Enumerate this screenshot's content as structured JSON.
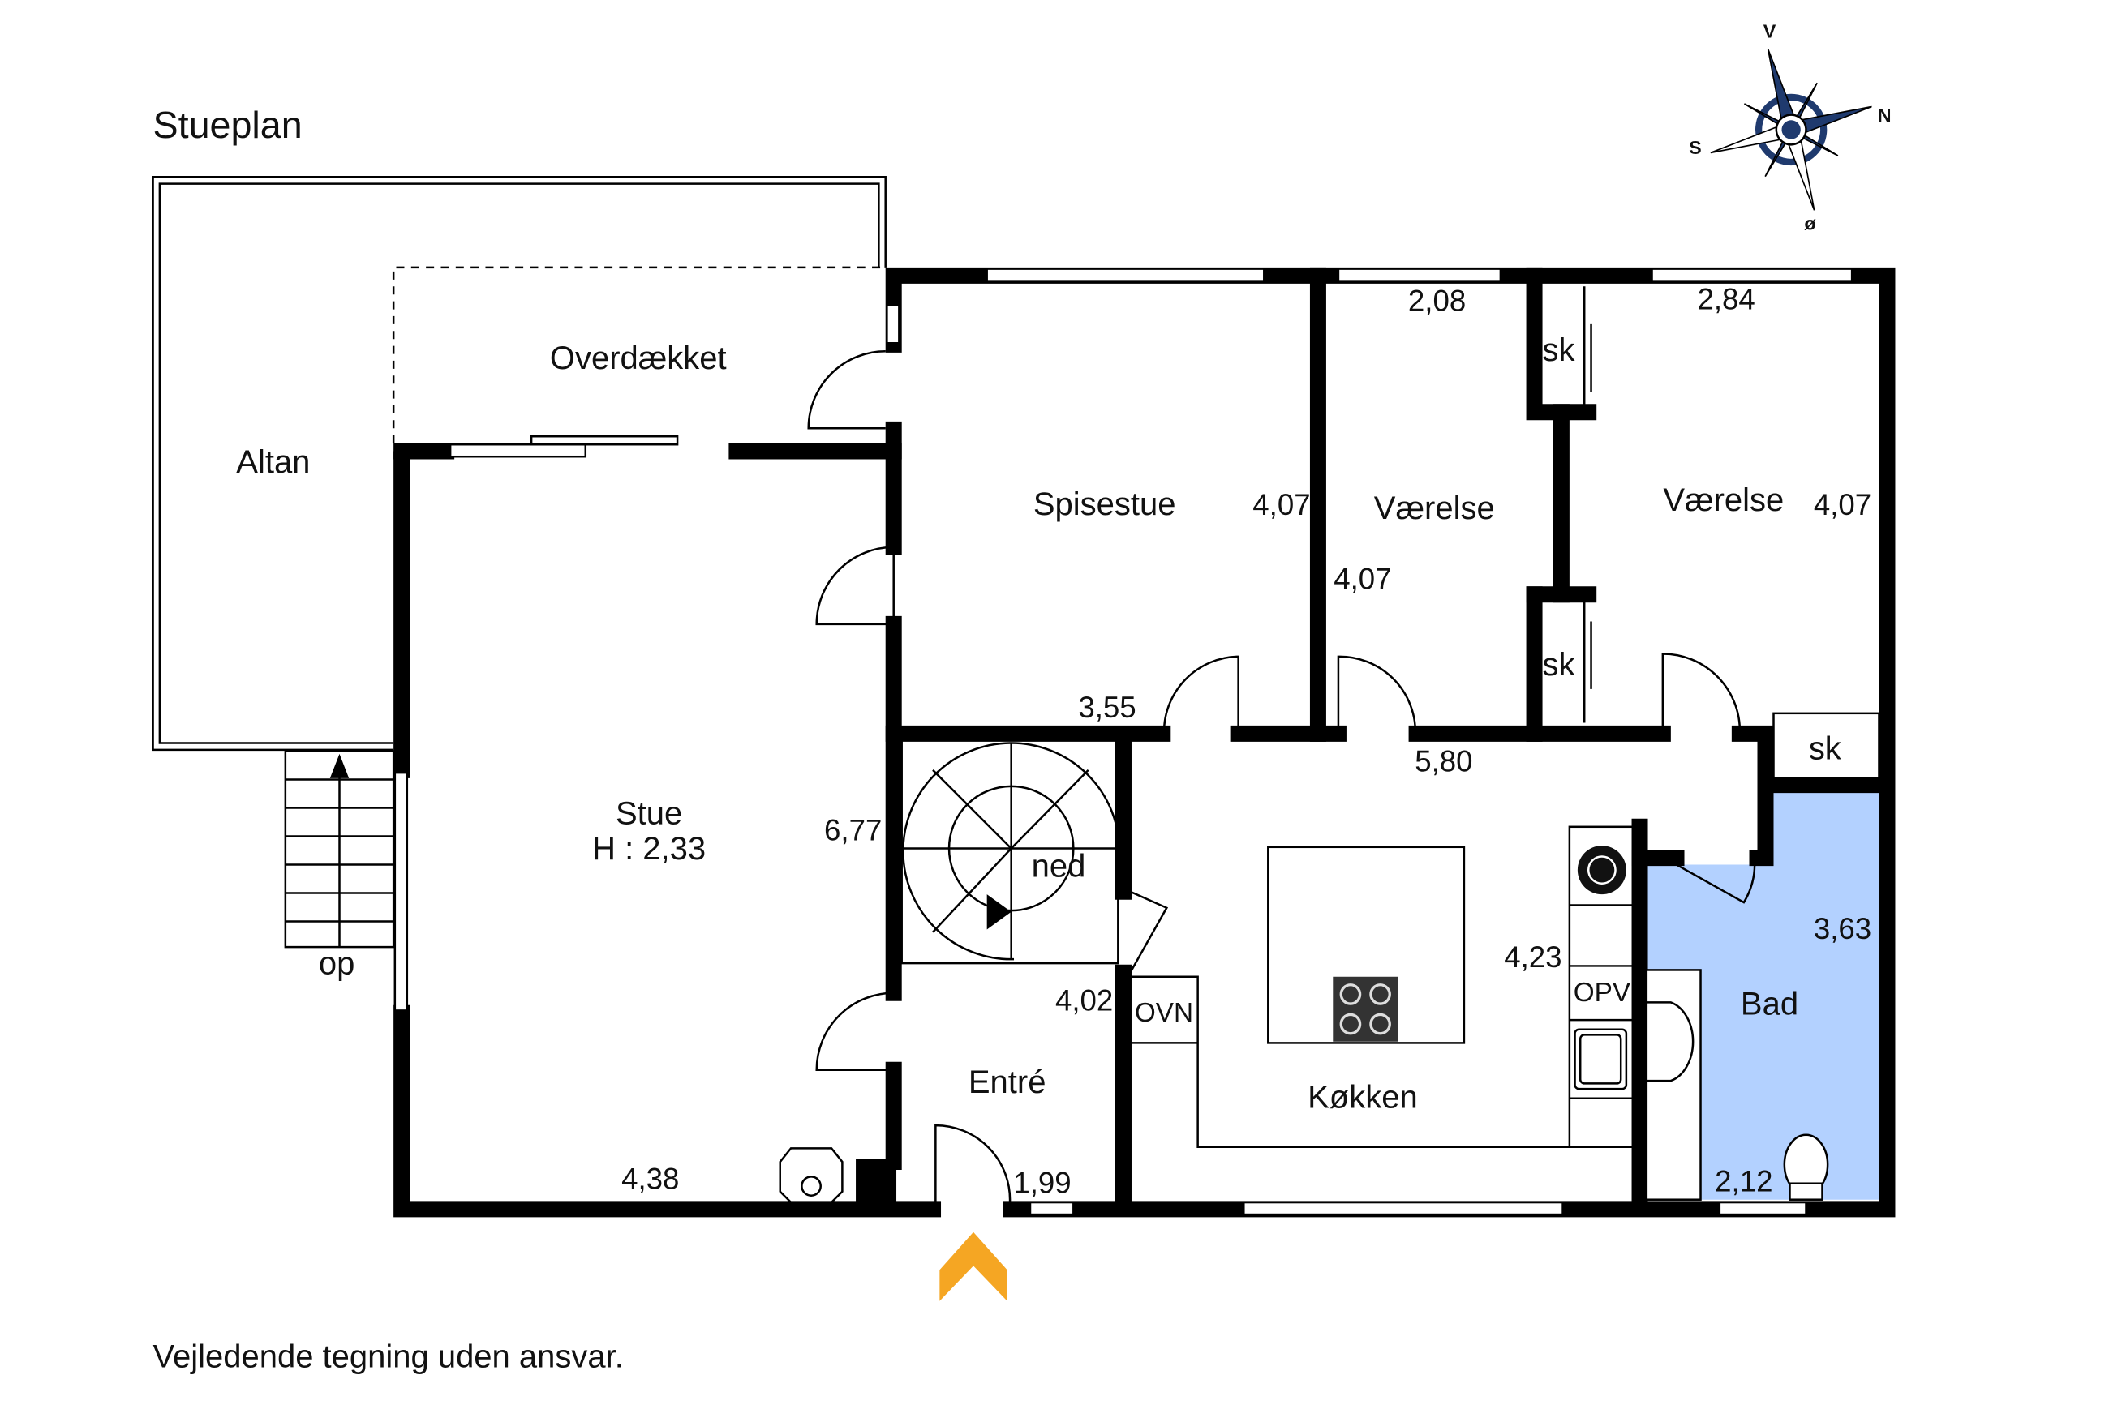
{
  "title": "Stueplan",
  "disclaimer": "Vejledende tegning uden ansvar.",
  "compass": {
    "v": "V",
    "n": "N",
    "s": "S",
    "o": "ø",
    "color": "#1f3a6e"
  },
  "colors": {
    "bathroom_fill": "#b3d1ff",
    "entry_arrow": "#f5a623"
  },
  "rooms": {
    "altan": "Altan",
    "overdaekket": "Overdækket",
    "stue": "Stue",
    "stue_height": "H : 2,33",
    "spisestue": "Spisestue",
    "vaerelse1": "Værelse",
    "vaerelse2": "Værelse",
    "entre": "Entré",
    "koekken": "Køkken",
    "bad": "Bad"
  },
  "labels": {
    "op": "op",
    "ned": "ned",
    "sk1": "sk",
    "sk2": "sk",
    "sk3": "sk",
    "ovn": "OVN",
    "opv": "OPV"
  },
  "dimensions": {
    "stue_w": "4,38",
    "stue_h": "6,77",
    "spise_w": "3,55",
    "spise_h": "4,07",
    "v1_w": "2,08",
    "v1_h": "4,07",
    "v2_w": "2,84",
    "v2_h": "4,07",
    "hall_w": "5,80",
    "kitchen_h": "4,23",
    "entre_h": "4,02",
    "entre_w": "1,99",
    "bad_h": "3,63",
    "bad_w": "2,12"
  }
}
